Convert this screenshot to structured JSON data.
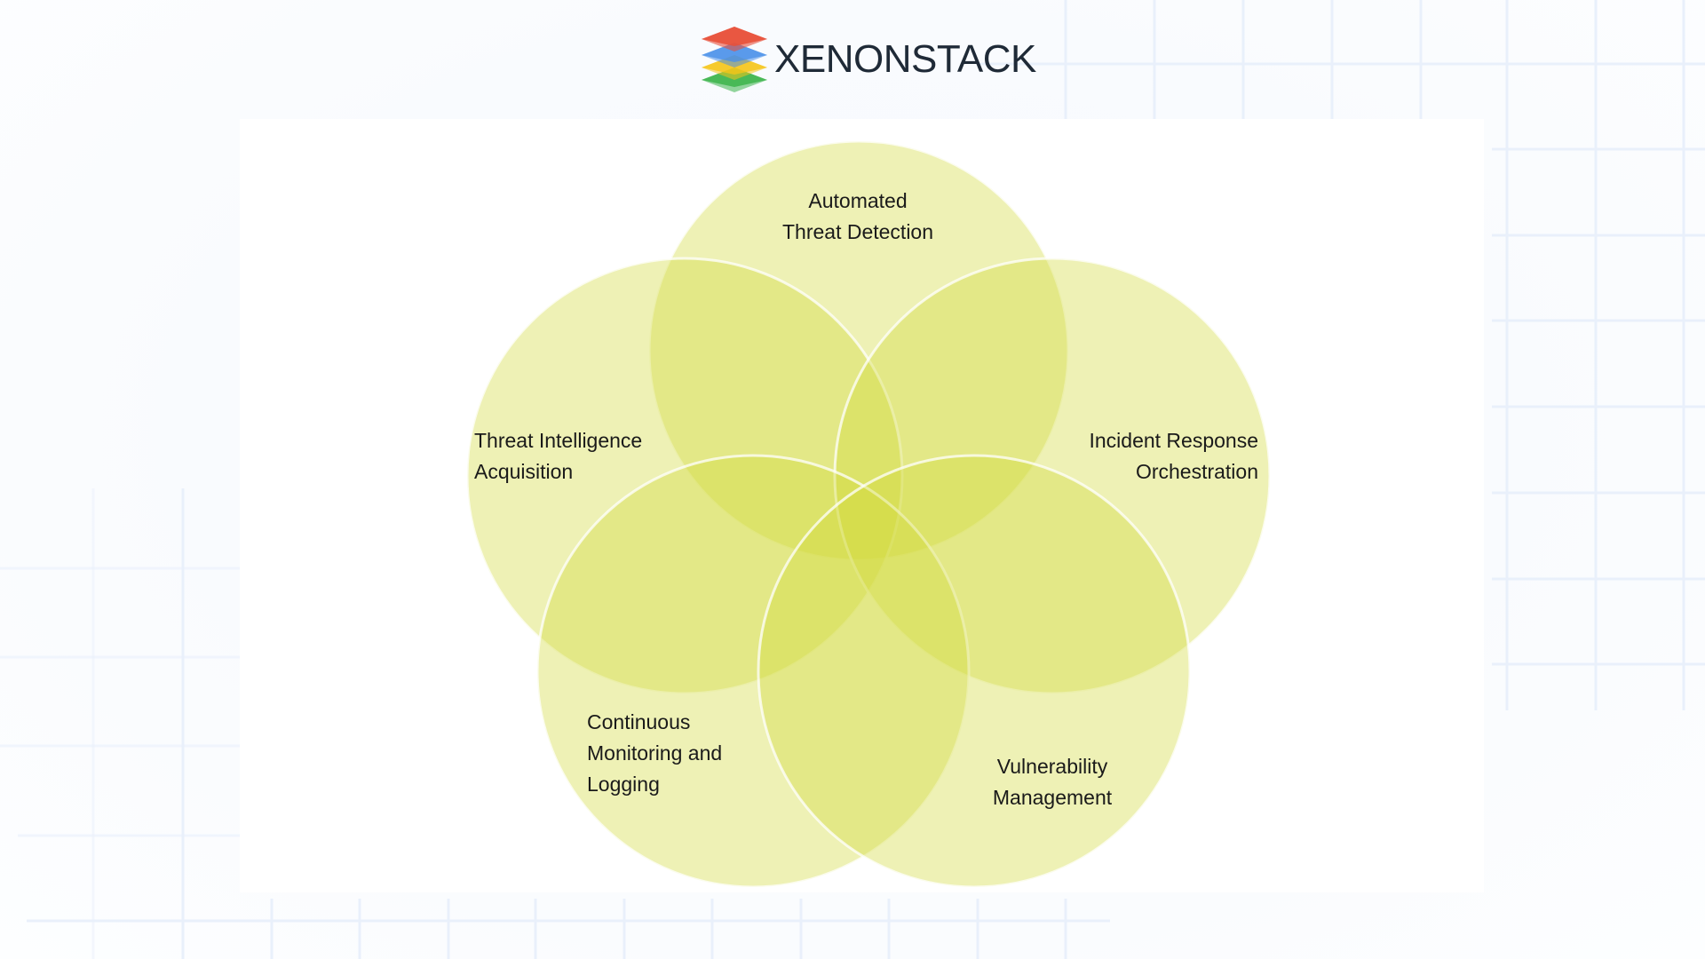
{
  "header": {
    "brand_name": "XENONSTACK",
    "logo_icon": "stacked-layers-logo-icon",
    "logo_layer_colors": [
      "#e8503a",
      "#4a90e8",
      "#f5c518",
      "#3cb44b"
    ]
  },
  "diagram": {
    "type": "venn-5-circle",
    "fill_color": "#d2da3c",
    "fill_opacity": 0.38,
    "stroke_color": "#ffffff",
    "sets": [
      {
        "id": "top",
        "lines": [
          "Automated",
          "Threat Detection"
        ]
      },
      {
        "id": "left",
        "lines": [
          "Threat Intelligence",
          "Acquisition"
        ]
      },
      {
        "id": "right",
        "lines": [
          "Incident Response",
          "Orchestration"
        ]
      },
      {
        "id": "bottom-left",
        "lines": [
          "Continuous",
          "Monitoring and",
          "Logging"
        ]
      },
      {
        "id": "bottom-right",
        "lines": [
          "Vulnerability",
          "Management"
        ]
      }
    ]
  },
  "colors": {
    "background": "#f8fafd",
    "grid_line": "#e9f0fb",
    "card": "#ffffff",
    "text": "#1a1a1a",
    "brand_text": "#1f2a37"
  }
}
